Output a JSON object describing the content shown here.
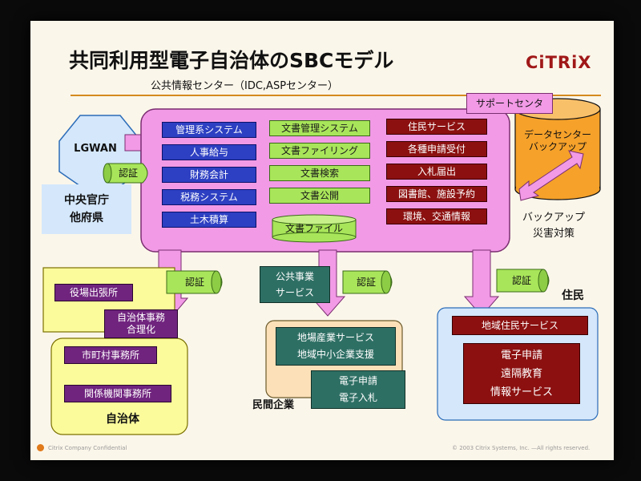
{
  "header": {
    "title": "共同利用型電子自治体のSBCモデル",
    "subtitle": "公共情報センター（IDC,ASPセンター）",
    "logo": "CiTRiX"
  },
  "center": {
    "support": "サポートセンタ",
    "admin_systems": [
      "管理系システム",
      "人事給与",
      "財務会計",
      "税務システム",
      "土木積算"
    ],
    "document_systems": [
      "文書管理システム",
      "文書ファイリング",
      "文書検索",
      "文書公開"
    ],
    "document_file": "文書ファイル",
    "resident_services": [
      "住民サービス",
      "各種申請受付",
      "入札届出",
      "図書館、施設予約",
      "環境、交通情報"
    ],
    "datacenter": "データセンター\nバックアップ",
    "backup_label": "バックアップ\n災害対策"
  },
  "left": {
    "lgwan": "LGWAN",
    "auth": "認証",
    "gov": "中央官庁\n他府県"
  },
  "municipality": {
    "auth": "認証",
    "items": [
      "役場出張所",
      "自治体事務\n合理化",
      "市町村事務所",
      "関係機関事務所"
    ],
    "label": "自治体"
  },
  "private": {
    "auth": "認証",
    "public_service": "公共事業\nサービス",
    "regional": "地場産業サービス\n地域中小企業支援",
    "e_services": "電子申請\n電子入札",
    "label": "民間企業"
  },
  "residents": {
    "auth": "認証",
    "label": "住民",
    "regional": "地域住民サービス",
    "services": "電子申請\n遠隔教育\n情報サービス"
  },
  "footer": {
    "left": "Citrix Company Confidential",
    "right": "© 2003 Citrix Systems, Inc. —All rights reserved."
  },
  "colors": {
    "pink": "#f29ae6",
    "yellow": "#fbfb9c",
    "blue": "#2d3fc2",
    "green": "#a9e55a",
    "red": "#8c1010",
    "purple": "#70247e",
    "teal": "#2e6f64",
    "orange": "#f5a12a",
    "light_blue": "#d4e7fb",
    "peach": "#fce0b8"
  }
}
